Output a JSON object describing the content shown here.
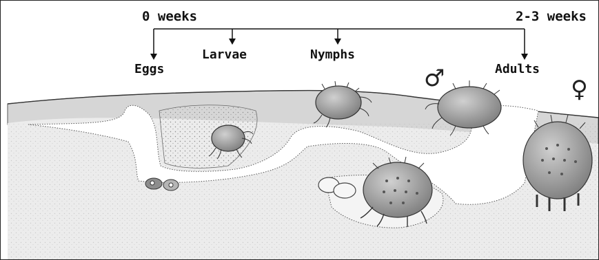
{
  "timeline": {
    "start_label": "0 weeks",
    "end_label": "2-3 weeks"
  },
  "stages": [
    {
      "label": "Eggs"
    },
    {
      "label": "Larvae"
    },
    {
      "label": "Nymphs"
    },
    {
      "label": "Adults"
    }
  ],
  "symbols": {
    "male": "♂",
    "female": "♀"
  },
  "colors": {
    "skin_surface": "#d6d6d6",
    "epidermis": "#ececec",
    "burrow": "#ffffff",
    "stipple": "#8a8a8a",
    "mite_body": "#a9a9a9",
    "mite_outline": "#333333",
    "ink": "#111111"
  }
}
